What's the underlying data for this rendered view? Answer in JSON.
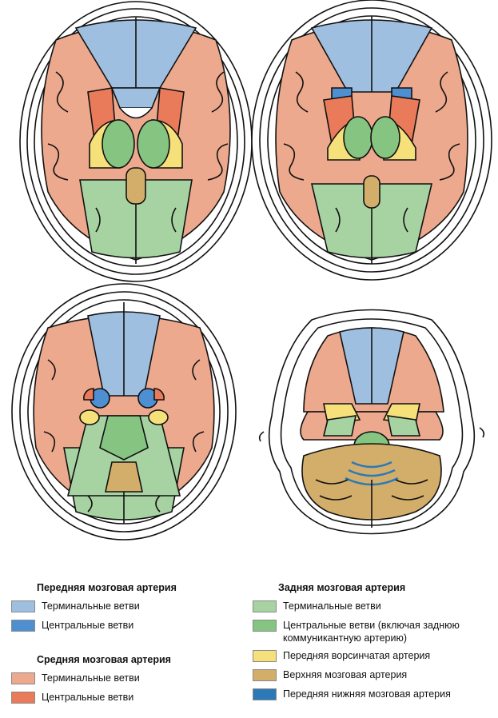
{
  "colors": {
    "aca_terminal": "#9fbfe0",
    "aca_central": "#4d8fd1",
    "mca_terminal": "#eda98d",
    "mca_central": "#e97a5a",
    "pca_terminal": "#a7d3a3",
    "pca_central": "#86c482",
    "anterior_choroidal": "#f5e07a",
    "superior_cerebellar": "#d2ae6a",
    "aica": "#2c79b8",
    "outline": "#111111"
  },
  "legend": {
    "aca": {
      "title": "Передняя мозговая артерия",
      "items": [
        {
          "label": "Терминальные ветви",
          "color": "#9fbfe0"
        },
        {
          "label": "Центральные ветви",
          "color": "#4d8fd1"
        }
      ]
    },
    "mca": {
      "title": "Средняя мозговая артерия",
      "items": [
        {
          "label": "Терминальные ветви",
          "color": "#eda98d"
        },
        {
          "label": "Центральные ветви",
          "color": "#e97a5a"
        }
      ]
    },
    "pca": {
      "title": "Задняя мозговая артерия",
      "items": [
        {
          "label": "Терминальные ветви",
          "color": "#a7d3a3"
        },
        {
          "label": "Центральные ветви (включая заднюю коммуникантную артерию)",
          "color": "#86c482"
        }
      ]
    },
    "other": [
      {
        "label": "Передняя ворсинчатая артерия",
        "color": "#f5e07a"
      },
      {
        "label": "Верхняя мозговая артерия",
        "color": "#d2ae6a"
      },
      {
        "label": "Передняя нижняя мозговая артерия",
        "color": "#2c79b8"
      }
    ]
  }
}
